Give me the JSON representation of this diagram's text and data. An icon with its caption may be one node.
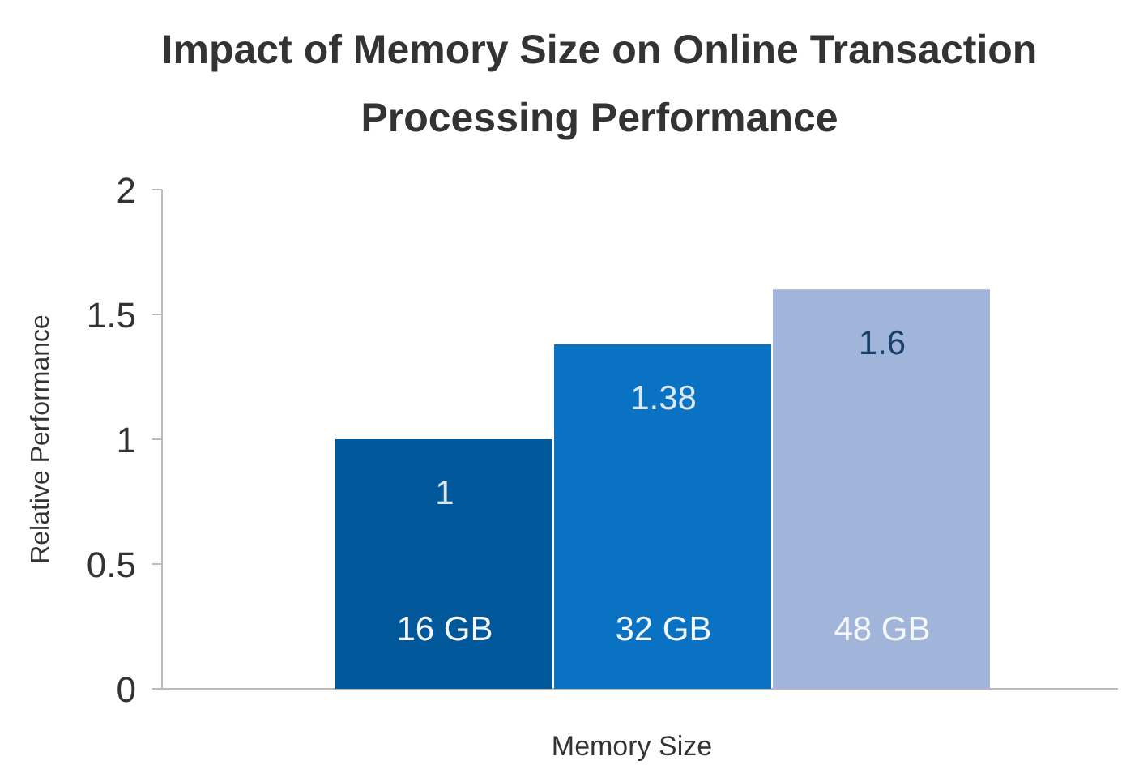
{
  "diagram": {
    "chart_data": {
      "type": "bar",
      "title": "Impact of Memory Size on Online Transaction Processing Performance",
      "xlabel": "Memory Size",
      "ylabel": "Relative Performance",
      "categories": [
        "16 GB",
        "32 GB",
        "48 GB"
      ],
      "ylim": [
        0,
        2
      ],
      "yticks": [
        0,
        0.5,
        1,
        1.5,
        2
      ],
      "stacked": true,
      "data_labels": true,
      "series": [
        {
          "color": "#00579a",
          "values": [
            1,
            null,
            null
          ]
        },
        {
          "color": "#0a72c2",
          "values": [
            null,
            1.38,
            null
          ]
        },
        {
          "color": "#a1b5da",
          "values": [
            null,
            null,
            1.6
          ]
        }
      ]
    }
  }
}
